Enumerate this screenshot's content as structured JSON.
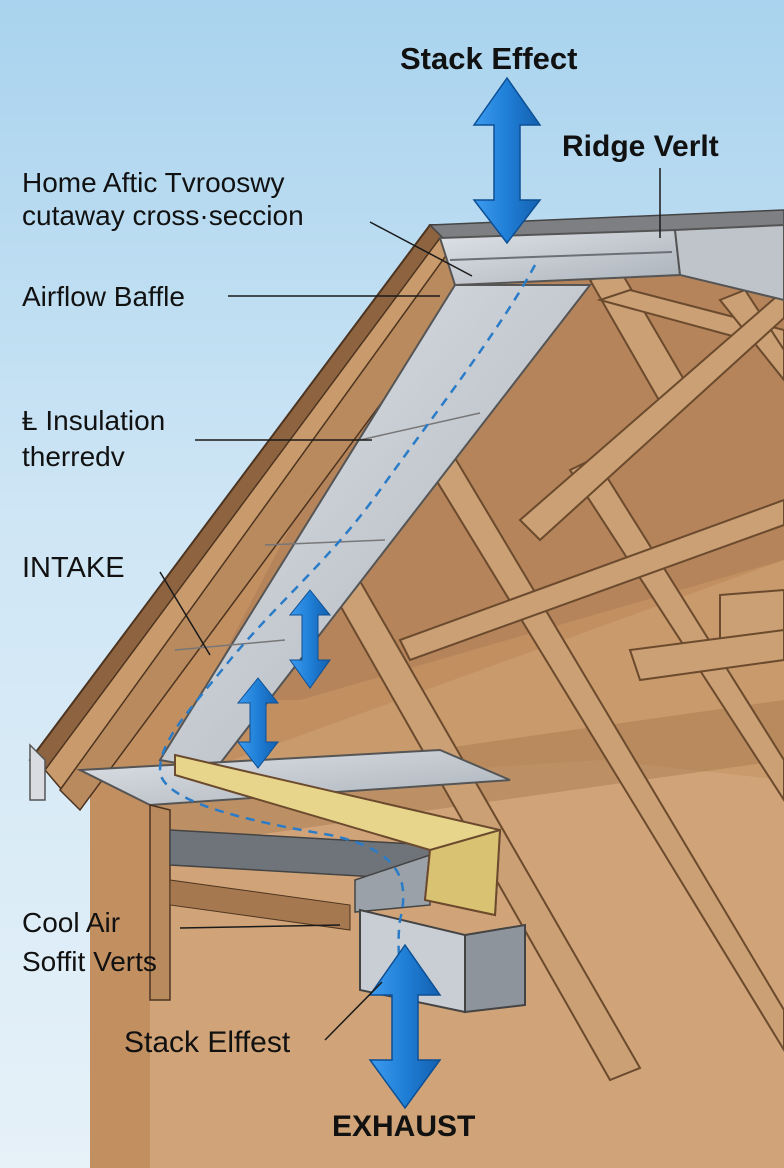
{
  "labels": {
    "stack_effect_top": "Stack Effect",
    "ridge_vent": "Ridge Verlt",
    "title_line1": "Home Aftic Tvrooswy",
    "title_line2": "cutaway cross·seccion",
    "airflow_baffle": "Airflow Baffle",
    "insulation_line1": "Ⱡ Insulation",
    "insulation_line2": "therredv",
    "intake": "INTAKE",
    "cool_air_line1": "Cool Air",
    "cool_air_line2": "Soffit Verts",
    "stack_effect_bottom": "Stack Elffest",
    "exhaust": "EXHAUST"
  },
  "colors": {
    "sky": "#a9d3ee",
    "wood": "#c99a6b",
    "wood_dark": "#8a6240",
    "attic_shadow": "#b8875c",
    "metal_baffle": "#c9ced4",
    "insulation": "#e7d58c",
    "arrow_blue": "#1f7fd6"
  }
}
